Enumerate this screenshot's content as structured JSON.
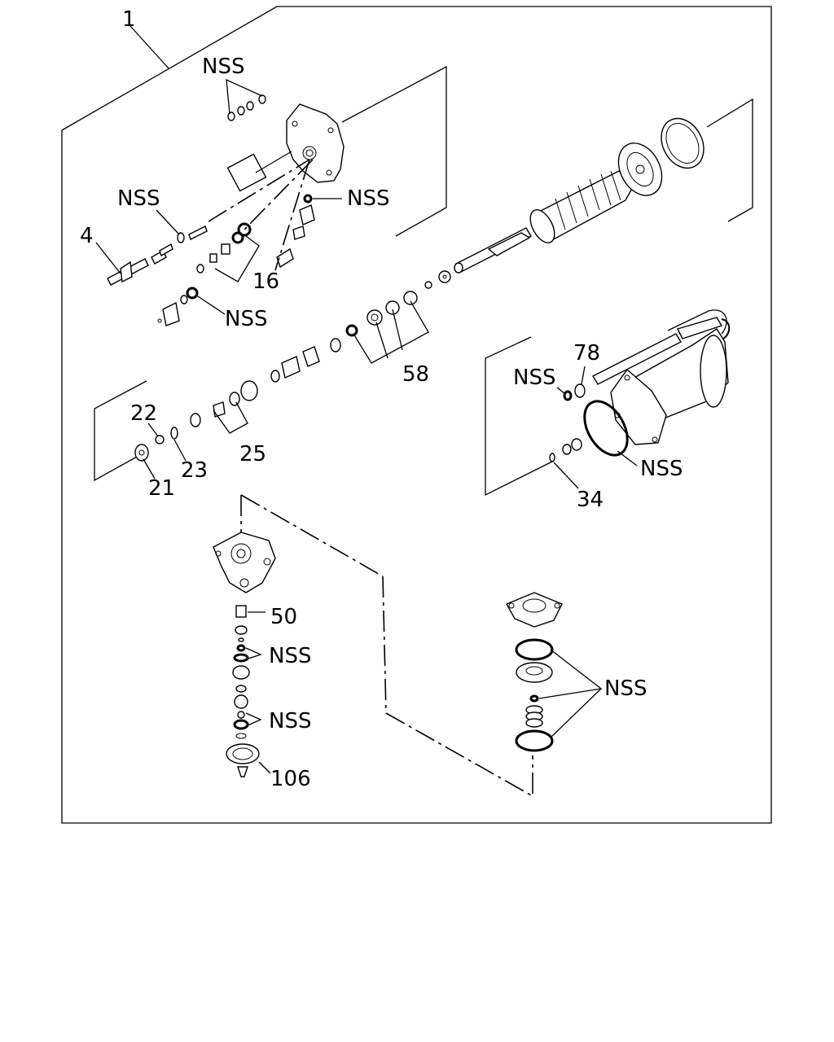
{
  "callouts": {
    "c1": "1",
    "c4": "4",
    "c16": "16",
    "c21": "21",
    "c22": "22",
    "c23": "23",
    "c25": "25",
    "c34": "34",
    "c50": "50",
    "c58": "58",
    "c78": "78",
    "c106": "106"
  },
  "nss": "NSS"
}
